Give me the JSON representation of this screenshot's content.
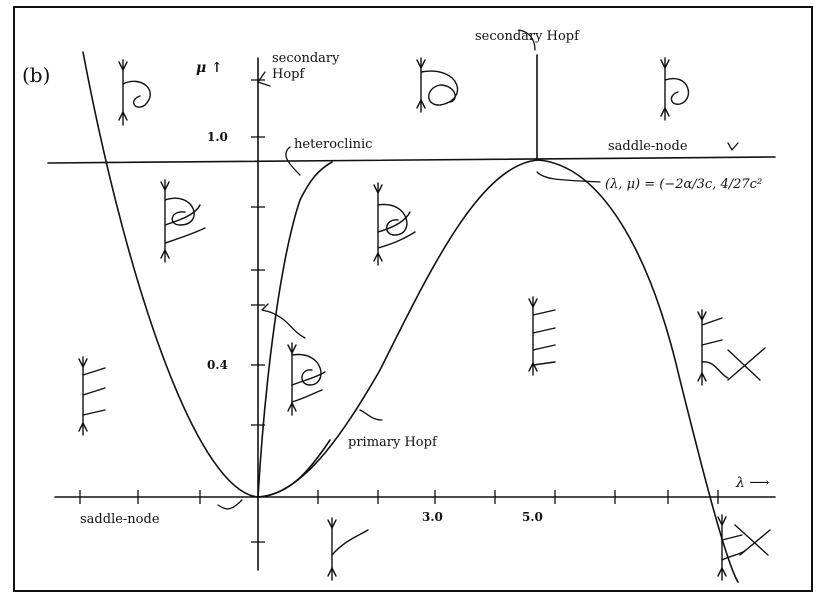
{
  "panel_label": "(b)",
  "axes": {
    "mu_label": "μ ↑",
    "lambda_label": "λ ⟶",
    "y_ticks": [
      "1.0",
      "0.4"
    ],
    "x_ticks": [
      "3.0",
      "5.0"
    ]
  },
  "annotations": {
    "secondary_hopf_left_line1": "secondary",
    "secondary_hopf_left_line2": "Hopf",
    "secondary_hopf_top": "secondary Hopf",
    "heteroclinic": "heteroclinic",
    "saddle_node_top": "saddle-node",
    "saddle_node_bottom": "saddle-node",
    "primary_hopf": "primary Hopf",
    "point_formula": "(λ, μ) = (−2α/3c, 4/27c²"
  }
}
